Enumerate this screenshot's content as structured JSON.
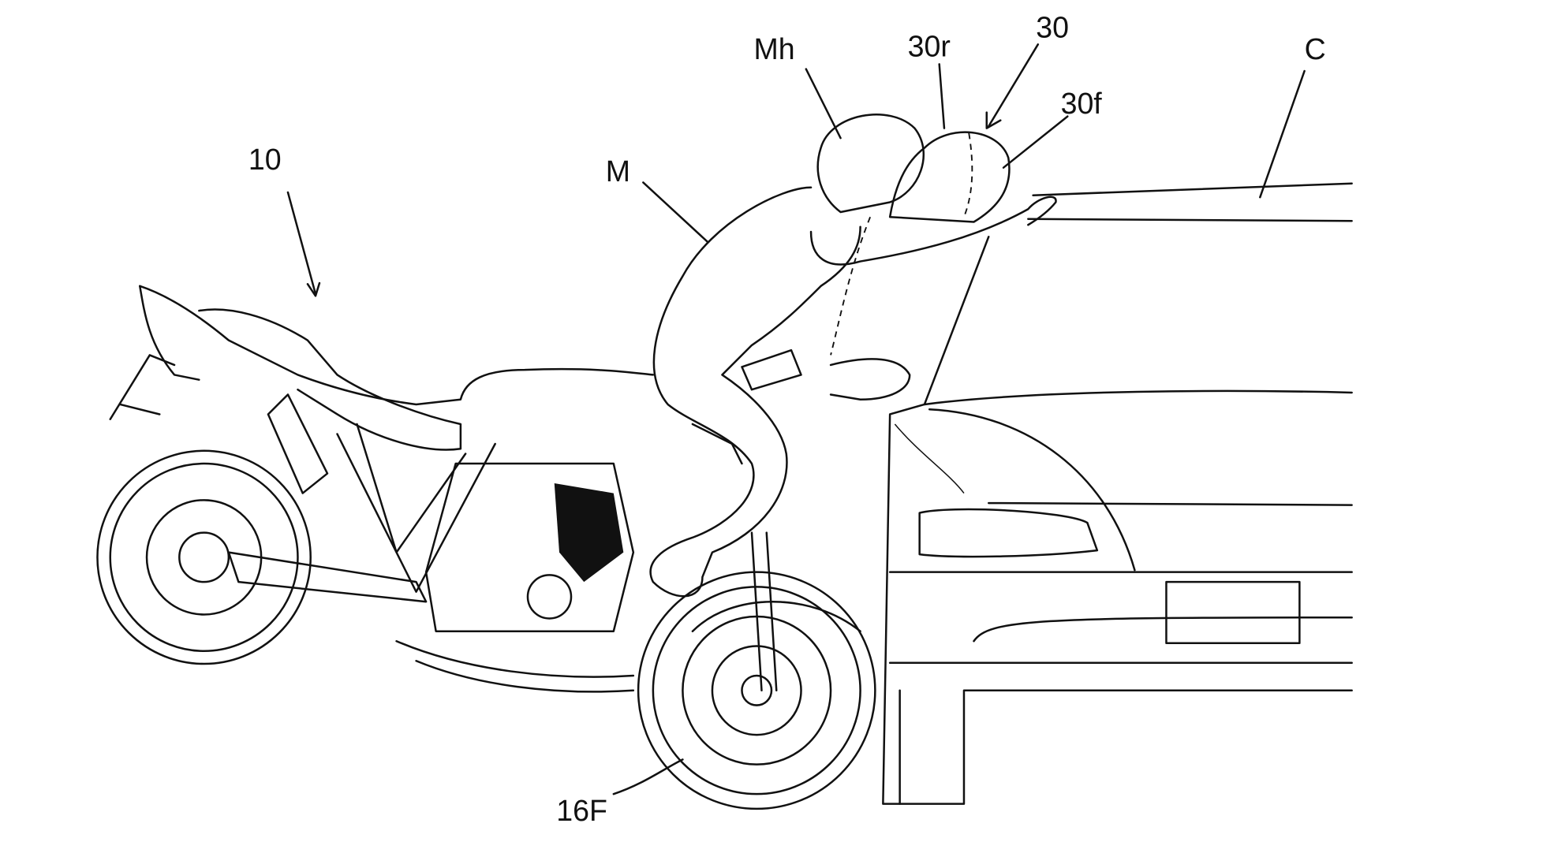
{
  "figure": {
    "labels": {
      "motorcycle": "10",
      "rider": "M",
      "rider_head": "Mh",
      "airbag": "30",
      "airbag_rear": "30r",
      "airbag_front": "30f",
      "car": "C",
      "front_wheel": "16F"
    },
    "line_color": "#111111",
    "background": "#ffffff"
  }
}
